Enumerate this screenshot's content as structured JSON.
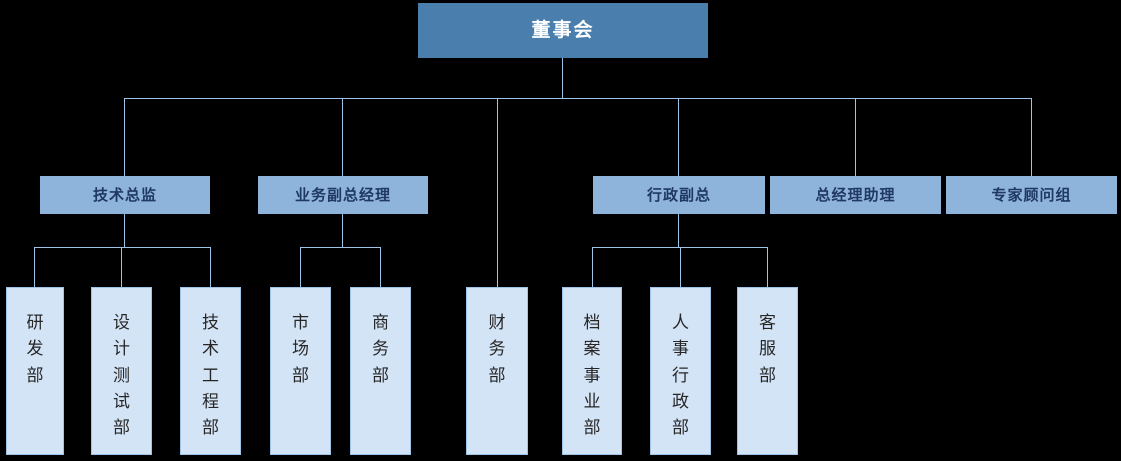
{
  "chart_data": {
    "type": "diagram",
    "diagram_kind": "organization-chart",
    "title": "",
    "orientation": "top-down",
    "colors": {
      "background": "#000000",
      "root_fill": "#4a7fad",
      "root_text": "#ffffff",
      "level1_fill": "#8fb4dc",
      "level1_text": "#1f3864",
      "level2_fill": "#d4e4f7",
      "level2_text": "#262626",
      "connector": "#9dc3e6",
      "level2_border": "#9dc3e6"
    },
    "levels": 3,
    "node_count": 15,
    "hierarchy": {
      "label": "董事会",
      "children": [
        {
          "label": "技术总监",
          "children": [
            {
              "label": "研发部"
            },
            {
              "label": "设计测试部"
            },
            {
              "label": "技术工程部"
            }
          ]
        },
        {
          "label": "业务副总经理",
          "children": [
            {
              "label": "市场部"
            },
            {
              "label": "商务部"
            }
          ]
        },
        {
          "label": "财务部",
          "note": "attached directly to the top-level bus",
          "children": []
        },
        {
          "label": "行政副总",
          "children": [
            {
              "label": "档案事业部"
            },
            {
              "label": "人事行政部"
            },
            {
              "label": "客服部"
            }
          ]
        },
        {
          "label": "总经理助理",
          "children": []
        },
        {
          "label": "专家顾问组",
          "children": []
        }
      ]
    }
  },
  "nodes": {
    "root": {
      "label": "董事会"
    },
    "level1": [
      {
        "label": "技术总监"
      },
      {
        "label": "业务副总经理"
      },
      {
        "label": "行政副总"
      },
      {
        "label": "总经理助理"
      },
      {
        "label": "专家顾问组"
      }
    ],
    "level2": [
      {
        "label": "研发部"
      },
      {
        "label": "设计测试部"
      },
      {
        "label": "技术工程部"
      },
      {
        "label": "市场部"
      },
      {
        "label": "商务部"
      },
      {
        "label": "财务部"
      },
      {
        "label": "档案事业部"
      },
      {
        "label": "人事行政部"
      },
      {
        "label": "客服部"
      }
    ]
  }
}
